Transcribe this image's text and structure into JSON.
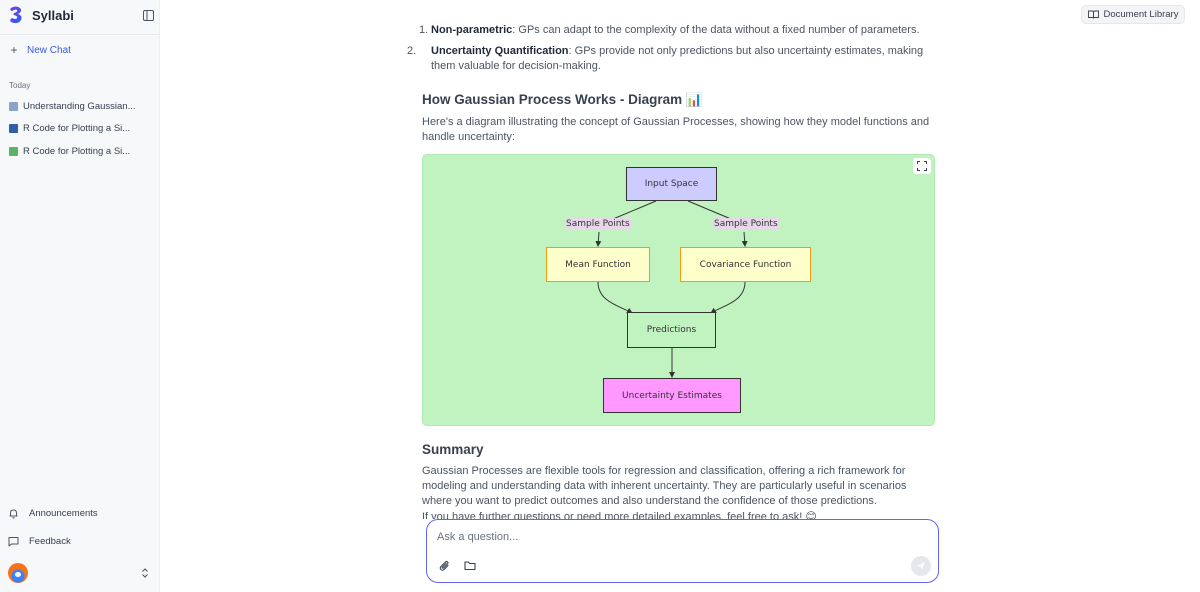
{
  "sidebar": {
    "brand": "Syllabi",
    "new_chat": "New Chat",
    "section_today": "Today",
    "history": [
      {
        "label": "Understanding Gaussian...",
        "icon": "bar-chart-emoji-icon",
        "color": "#8aa3c8"
      },
      {
        "label": "R Code for Plotting a Si...",
        "icon": "chart-increasing-emoji-icon",
        "color": "#2f5fa8"
      },
      {
        "label": "R Code for Plotting a Si...",
        "icon": "chart-green-emoji-icon",
        "color": "#58b368"
      }
    ],
    "announcements": "Announcements",
    "feedback": "Feedback"
  },
  "header": {
    "document_library": "Document Library"
  },
  "message": {
    "item1_num": "1.",
    "item1_bold": "Non-parametric",
    "item1_text": ": GPs can adapt to the complexity of the data without a fixed number of parameters.",
    "item2_num": "2.",
    "item2_bold": "Uncertainty Quantification",
    "item2_text": ": GPs provide not only predictions but also uncertainty estimates, making them valuable for decision-making.",
    "diagram_heading": "How Gaussian Process Works - Diagram 📊",
    "diagram_intro": "Here's a diagram illustrating the concept of Gaussian Processes, showing how they model functions and handle uncertainty:",
    "summary_heading": "Summary",
    "summary_text": "Gaussian Processes are flexible tools for regression and classification, offering a rich framework for modeling and understanding data with inherent uncertainty. They are particularly useful in scenarios where you want to predict outcomes and also understand the confidence of those predictions.",
    "closing_text": "If you have further questions or need more detailed examples, feel free to ask! 😊"
  },
  "diagram": {
    "nodes": {
      "input_space": "Input Space",
      "mean_function": "Mean Function",
      "covariance_function": "Covariance Function",
      "predictions": "Predictions",
      "uncertainty_estimates": "Uncertainty Estimates"
    },
    "edge_labels": {
      "left": "Sample Points",
      "right": "Sample Points"
    },
    "colors": {
      "background": "#c1f3c1",
      "input_fill": "#ccccff",
      "function_fill": "#ffffcc",
      "function_stroke": "#f39c12",
      "predictions_fill": "#c1f3c1",
      "uncertainty_fill": "#ff99ff"
    }
  },
  "composer": {
    "placeholder": "Ask a question..."
  },
  "colors": {
    "accent": "#3b5bdb",
    "composer_border": "#6366f1"
  }
}
